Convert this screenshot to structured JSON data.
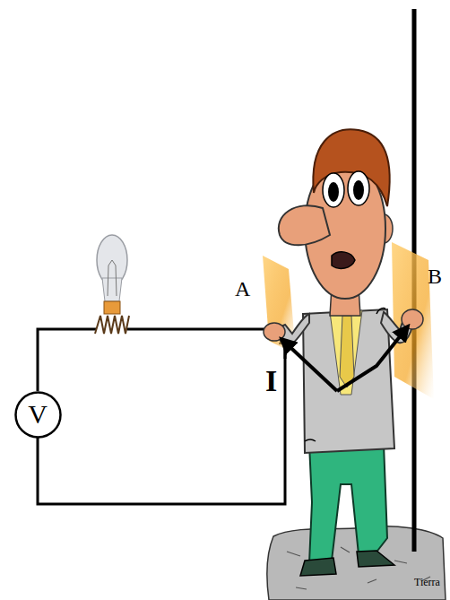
{
  "diagram": {
    "nodes": [
      {
        "text": [
          "V"
        ]
      }
    ],
    "labels": [
      "A",
      "B",
      "I",
      "Tierra"
    ]
  }
}
